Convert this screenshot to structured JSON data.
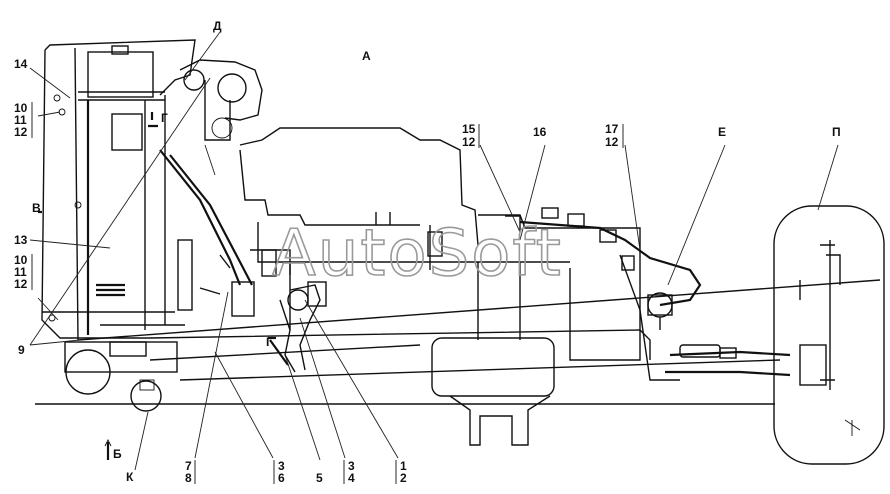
{
  "watermark": "AutoSoft",
  "labels": {
    "A": "А",
    "D": "Д",
    "E": "Е",
    "P": "П",
    "V": "В",
    "B": "Б",
    "G_top": "Г",
    "G_bottom": "Г",
    "K": "К",
    "n14": "14",
    "n10a": "10",
    "n11a": "11",
    "n12a": "12",
    "n13": "13",
    "n10b": "10",
    "n11b": "11",
    "n12b": "12",
    "n9": "9",
    "n15": "15",
    "n12c": "12",
    "n16": "16",
    "n17": "17",
    "n12d": "12",
    "n7": "7",
    "n8": "8",
    "n3a": "3",
    "n6": "6",
    "n5": "5",
    "n3b": "3",
    "n4": "4",
    "n1": "1",
    "n2": "2"
  }
}
